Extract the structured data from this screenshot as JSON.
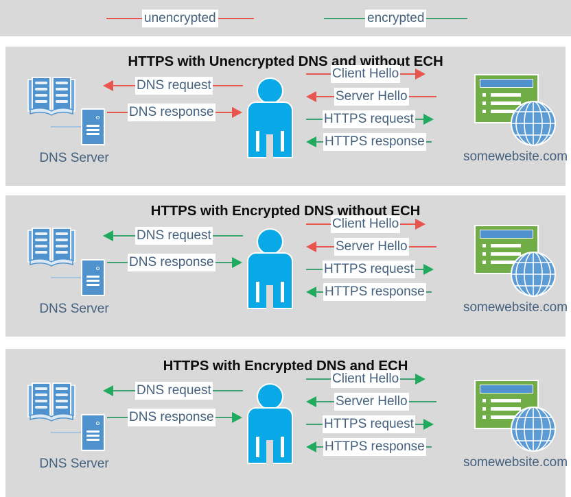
{
  "legend": {
    "items": [
      {
        "label": "unencrypted",
        "color": "#e8554e",
        "name": "legend-unencrypted"
      },
      {
        "label": "encrypted",
        "color": "#3aa06f",
        "name": "legend-encrypted"
      }
    ]
  },
  "common": {
    "dns_server_label": "DNS Server",
    "website_label": "somewebsite.com",
    "icons": {
      "book": "open-book-icon",
      "server": "server-tower-icon",
      "person": "person-user-icon",
      "window": "browser-window-icon",
      "globe": "globe-icon"
    },
    "colors": {
      "panel_bg": "#d9d9d9",
      "text_blue": "#44607f",
      "unencrypted": "#e8554e",
      "encrypted": "#1faa5e",
      "person_blue": "#08a9e6",
      "server_blue": "#4f92cd",
      "window_green": "#70ad47"
    }
  },
  "panels": [
    {
      "title": "HTTPS with Unencrypted DNS and without ECH",
      "dns_flows": [
        {
          "label": "DNS request",
          "direction": "left",
          "encrypted": false
        },
        {
          "label": "DNS response",
          "direction": "right",
          "encrypted": false
        }
      ],
      "https_flows": [
        {
          "label": "Client Hello",
          "direction": "right",
          "encrypted": false
        },
        {
          "label": "Server Hello",
          "direction": "left",
          "encrypted": false
        },
        {
          "label": "HTTPS request",
          "direction": "right",
          "encrypted": true
        },
        {
          "label": "HTTPS response",
          "direction": "left",
          "encrypted": true
        }
      ]
    },
    {
      "title": "HTTPS with Encrypted DNS without ECH",
      "dns_flows": [
        {
          "label": "DNS request",
          "direction": "left",
          "encrypted": true
        },
        {
          "label": "DNS response",
          "direction": "right",
          "encrypted": true
        }
      ],
      "https_flows": [
        {
          "label": "Client Hello",
          "direction": "right",
          "encrypted": false
        },
        {
          "label": "Server Hello",
          "direction": "left",
          "encrypted": false
        },
        {
          "label": "HTTPS request",
          "direction": "right",
          "encrypted": true
        },
        {
          "label": "HTTPS response",
          "direction": "left",
          "encrypted": true
        }
      ]
    },
    {
      "title": "HTTPS with Encrypted DNS and ECH",
      "dns_flows": [
        {
          "label": "DNS request",
          "direction": "left",
          "encrypted": true
        },
        {
          "label": "DNS response",
          "direction": "right",
          "encrypted": true
        }
      ],
      "https_flows": [
        {
          "label": "Client Hello",
          "direction": "right",
          "encrypted": true
        },
        {
          "label": "Server Hello",
          "direction": "left",
          "encrypted": true
        },
        {
          "label": "HTTPS request",
          "direction": "right",
          "encrypted": true
        },
        {
          "label": "HTTPS response",
          "direction": "left",
          "encrypted": true
        }
      ]
    }
  ]
}
